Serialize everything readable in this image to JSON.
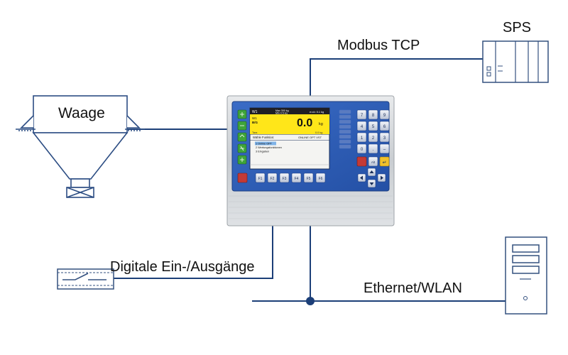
{
  "labels": {
    "waage": "Waage",
    "modbus": "Modbus TCP",
    "sps": "SPS",
    "digital_io": "Digitale Ein-/Ausgänge",
    "ethernet": "Ethernet/WLAN"
  },
  "terminal": {
    "header_left": "W1",
    "header_mid_1": "Max 300 kg",
    "header_mid_2": "Min 0.5 kg",
    "header_right": "e=d= 0.1 kg",
    "weight_value": "0.0",
    "weight_unit": "kg",
    "tag_top": "W1",
    "tag_mid": "B/G",
    "sub_left": "Tara",
    "sub_right": "0.0 kg",
    "menu_title": "Wähle Funktion:",
    "menu_status": "ONLINE OPT VST",
    "menu_items": [
      "1  Online OPT",
      "2  Wertungsfunktionen",
      "3  Eingaben"
    ],
    "fkeys": [
      "F1",
      "F2",
      "F3",
      "F4",
      "F5",
      "F6"
    ],
    "numpad": [
      "7",
      "8",
      "9",
      "4",
      "5",
      "6",
      "1",
      "2",
      "3",
      "0",
      ".",
      "–"
    ],
    "alt_label": "Alt",
    "enter_label": "↵"
  },
  "colors": {
    "line": "#1c3f78",
    "panel_blue": "#2f5fb8",
    "screen_yellow": "#ffe619",
    "screen_green_key": "#3fa43a",
    "steel": "#cfd2d5"
  }
}
